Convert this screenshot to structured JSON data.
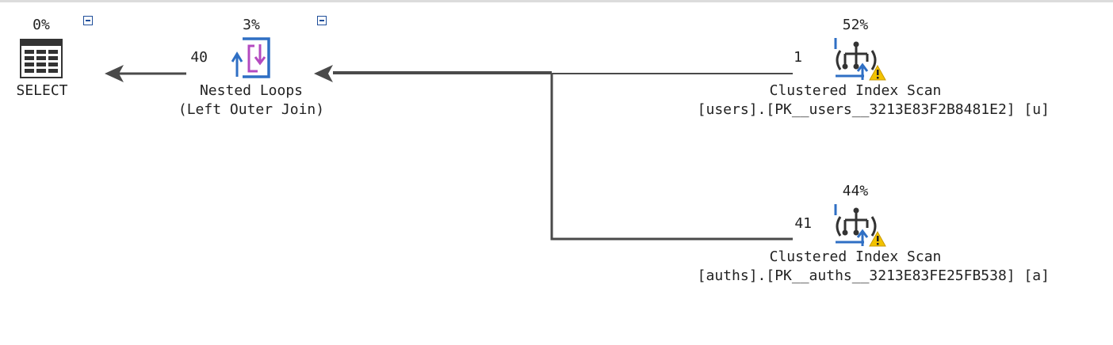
{
  "nodes": {
    "select": {
      "percent": "0%",
      "label": "SELECT"
    },
    "nested_loops": {
      "percent": "3%",
      "label": "Nested Loops",
      "sublabel": "(Left Outer Join)",
      "rows_out": "40"
    },
    "scan_users": {
      "percent": "52%",
      "label": "Clustered Index Scan",
      "object": "[users].[PK__users__3213E83F2B8481E2] [u]",
      "rows_out": "1",
      "warning": true
    },
    "scan_auths": {
      "percent": "44%",
      "label": "Clustered Index Scan",
      "object": "[auths].[PK__auths__3213E83FE25FB538] [a]",
      "rows_out": "41",
      "warning": true
    }
  },
  "icons": {
    "select": "select-table-icon",
    "nested_loops": "nested-loops-icon",
    "scan": "clustered-index-scan-icon",
    "warning": "warning-icon",
    "collapse": "collapse-icon"
  },
  "colors": {
    "icon_blue": "#2f6fc4",
    "icon_magenta": "#b44ac0",
    "warning_yellow": "#f2c200",
    "wire": "#4a4a4a"
  }
}
